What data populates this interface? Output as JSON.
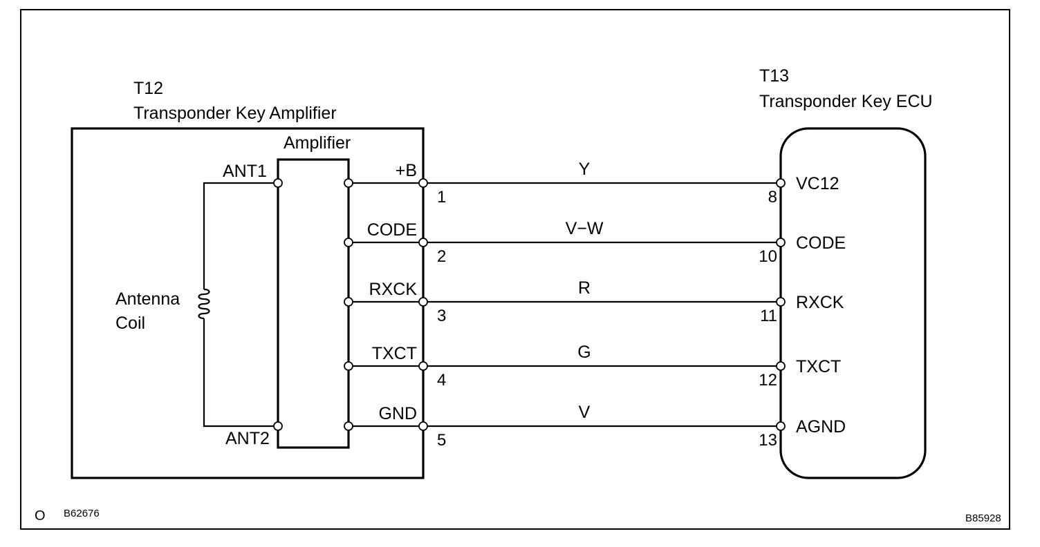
{
  "amplifier_component": {
    "id": "T12",
    "name": "Transponder Key Amplifier",
    "inner_block_label": "Amplifier",
    "antenna_label_line1": "Antenna",
    "antenna_label_line2": "Coil",
    "ant1": "ANT1",
    "ant2": "ANT2"
  },
  "ecu_component": {
    "id": "T13",
    "name": "Transponder Key ECU"
  },
  "wires": [
    {
      "amp_terminal": "+B",
      "amp_pin": "1",
      "wire_color": "Y",
      "ecu_pin": "8",
      "ecu_terminal": "VC12"
    },
    {
      "amp_terminal": "CODE",
      "amp_pin": "2",
      "wire_color": "V−W",
      "ecu_pin": "10",
      "ecu_terminal": "CODE"
    },
    {
      "amp_terminal": "RXCK",
      "amp_pin": "3",
      "wire_color": "R",
      "ecu_pin": "11",
      "ecu_terminal": "RXCK"
    },
    {
      "amp_terminal": "TXCT",
      "amp_pin": "4",
      "wire_color": "G",
      "ecu_pin": "12",
      "ecu_terminal": "TXCT"
    },
    {
      "amp_terminal": "GND",
      "amp_pin": "5",
      "wire_color": "V",
      "ecu_pin": "13",
      "ecu_terminal": "AGND"
    }
  ],
  "footer": {
    "left_mark": "O",
    "left_code": "B62676",
    "right_code": "B85928"
  }
}
